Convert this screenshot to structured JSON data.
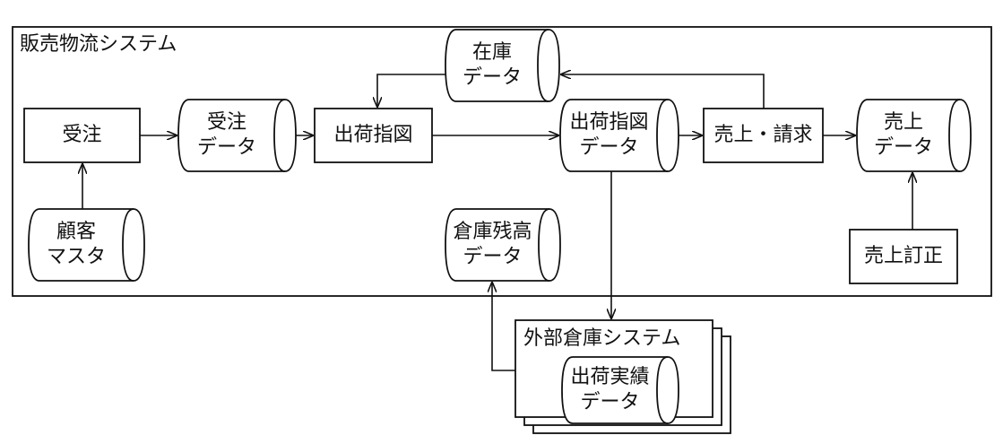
{
  "system": {
    "title": "販売物流システム"
  },
  "processes": {
    "order": "受注",
    "shipping_instruction": "出荷指図",
    "sales_billing": "売上・請求",
    "sales_correction": "売上訂正"
  },
  "stores": {
    "order_data": {
      "line1": "受注",
      "line2": "データ"
    },
    "inventory_data": {
      "line1": "在庫",
      "line2": "データ"
    },
    "shipping_instruction_data": {
      "line1": "出荷指図",
      "line2": "データ"
    },
    "sales_data": {
      "line1": "売上",
      "line2": "データ"
    },
    "customer_master": {
      "line1": "顧客",
      "line2": "マスタ"
    },
    "warehouse_balance_data": {
      "line1": "倉庫残高",
      "line2": "データ"
    },
    "shipping_results_data": {
      "line1": "出荷実績",
      "line2": "データ"
    }
  },
  "external_system": {
    "title": "外部倉庫システム"
  }
}
